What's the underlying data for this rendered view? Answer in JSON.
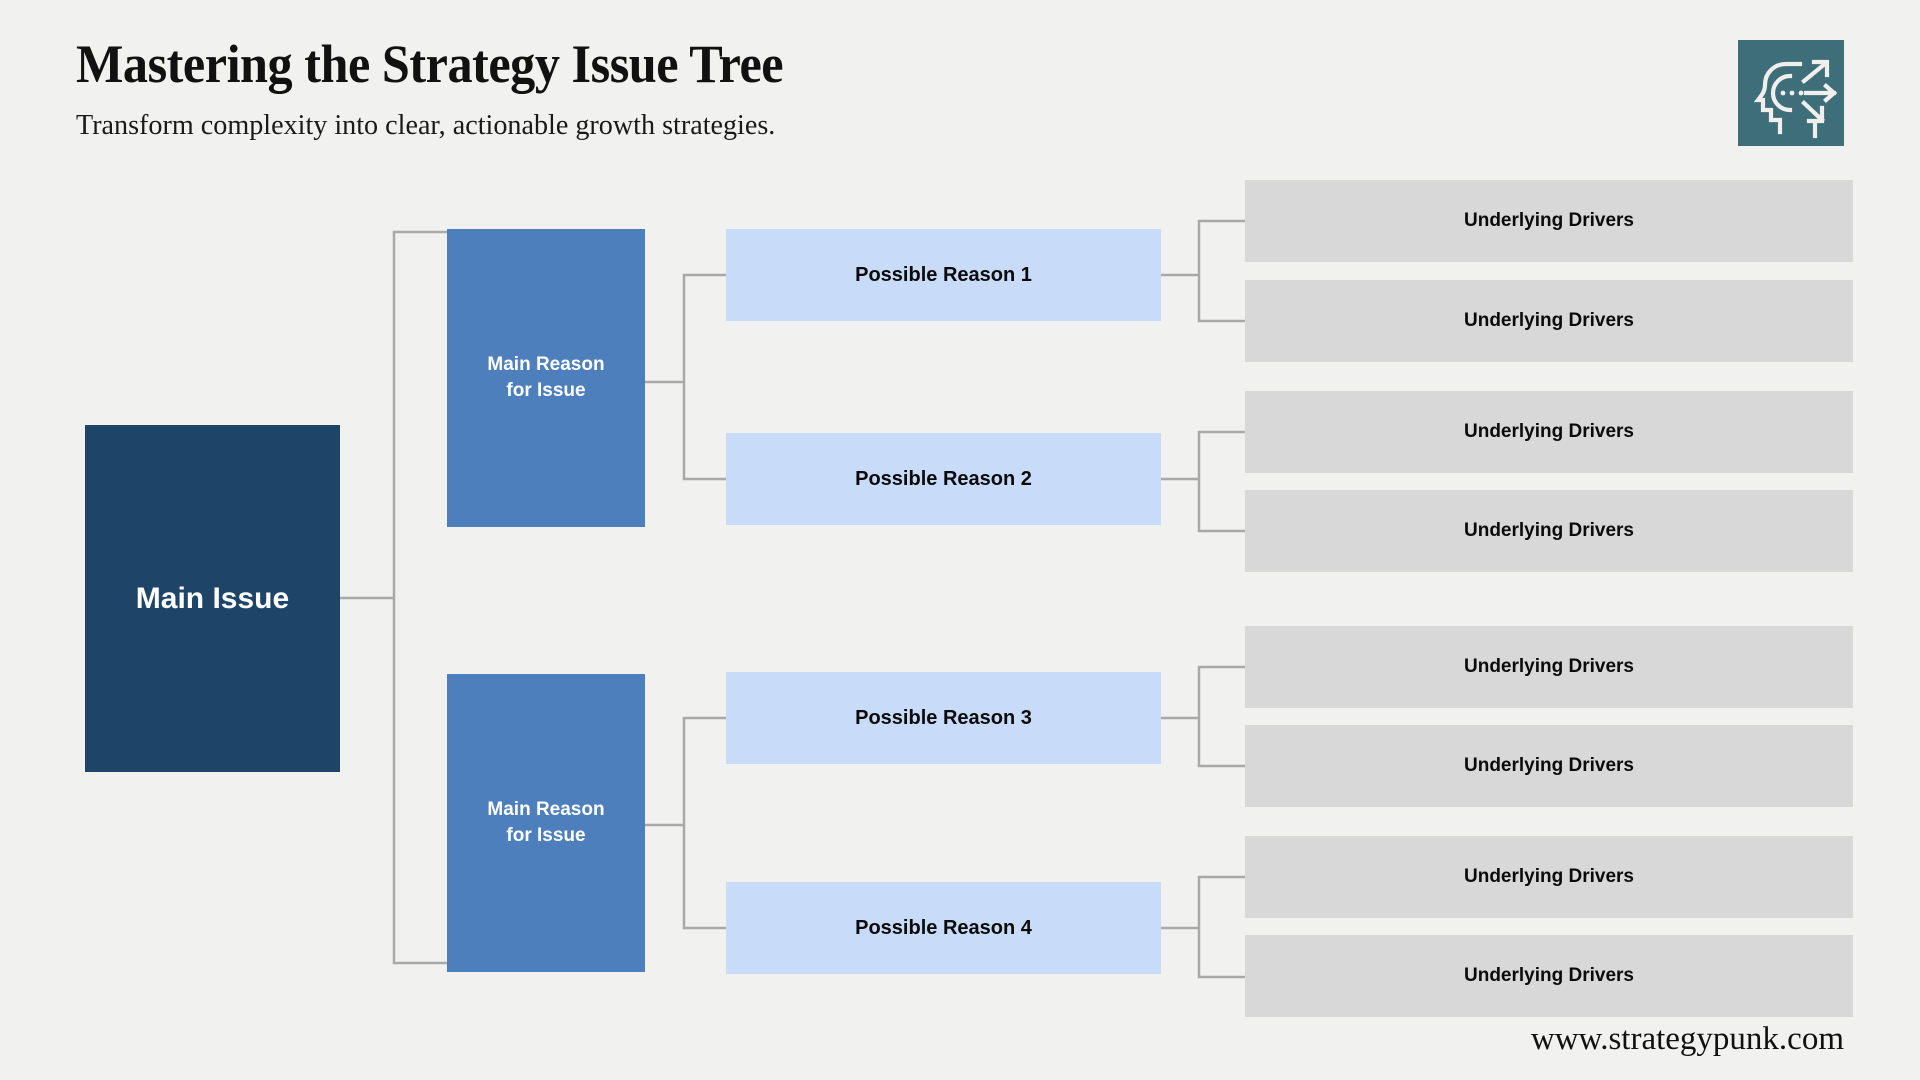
{
  "header": {
    "title": "Mastering the Strategy Issue Tree",
    "subtitle": "Transform complexity into clear, actionable growth strategies.",
    "logo_icon": "head-profile-diverging-arrows-icon",
    "logo_bg_color": "#3d6e7a"
  },
  "footer": {
    "url": "www.strategypunk.com"
  },
  "colors": {
    "background": "#f1f1f0",
    "main_issue": "#1e4468",
    "main_reason": "#4e7fbd",
    "possible_reason": "#c8dbf8",
    "driver": "#d8d8d8",
    "connector": "#a9a9a9"
  },
  "diagram": {
    "type": "issue-tree",
    "root": {
      "label": "Main Issue"
    },
    "branches": [
      {
        "label": "Main Reason\nfor Issue",
        "label_line1": "Main Reason",
        "label_line2": "for Issue",
        "reasons": [
          {
            "label": "Possible Reason 1",
            "drivers": [
              {
                "label": "Underlying Drivers"
              },
              {
                "label": "Underlying Drivers"
              }
            ]
          },
          {
            "label": "Possible Reason 2",
            "drivers": [
              {
                "label": "Underlying Drivers"
              },
              {
                "label": "Underlying Drivers"
              }
            ]
          }
        ]
      },
      {
        "label": "Main Reason\nfor Issue",
        "label_line1": "Main Reason",
        "label_line2": "for Issue",
        "reasons": [
          {
            "label": "Possible Reason 3",
            "drivers": [
              {
                "label": "Underlying Drivers"
              },
              {
                "label": "Underlying Drivers"
              }
            ]
          },
          {
            "label": "Possible Reason 4",
            "drivers": [
              {
                "label": "Underlying Drivers"
              },
              {
                "label": "Underlying Drivers"
              }
            ]
          }
        ]
      }
    ]
  }
}
